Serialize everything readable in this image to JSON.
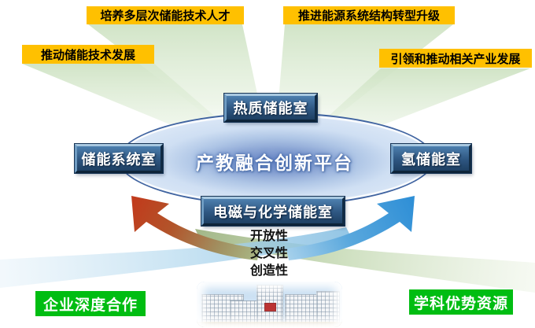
{
  "diagram": {
    "title": "产教融合创新平台",
    "outcomes": [
      {
        "label": "推动储能技术发展"
      },
      {
        "label": "培养多层次储能技术人才"
      },
      {
        "label": "推进能源系统结构转型升级"
      },
      {
        "label": "引领和推动相关产业发展"
      }
    ],
    "labs": [
      {
        "label": "热质储能室"
      },
      {
        "label": "储能系统室"
      },
      {
        "label": "氢储能室"
      },
      {
        "label": "电磁与化学储能室"
      }
    ],
    "qualities": [
      {
        "label": "开放性"
      },
      {
        "label": "交叉性"
      },
      {
        "label": "创造性"
      }
    ],
    "foundations": [
      {
        "label": "企业深度合作"
      },
      {
        "label": "学科优势资源"
      }
    ],
    "icons": {
      "red_arrow": "curved-arrow-up-left",
      "blue_arrow": "curved-arrow-up-right",
      "rays": "light-ray-fan",
      "photo": "campus-building-photo"
    },
    "colors": {
      "outcome_bg": "#FFC000",
      "foundation_bg": "#00BD12",
      "lab_bg": "#2E5681",
      "arrow_red": "#C2391B",
      "arrow_blue": "#2F8FD4",
      "ellipse_center": "#6D89C6",
      "ellipse_edge": "#D9E6F6",
      "ray_green": "#CFE3C4"
    }
  }
}
